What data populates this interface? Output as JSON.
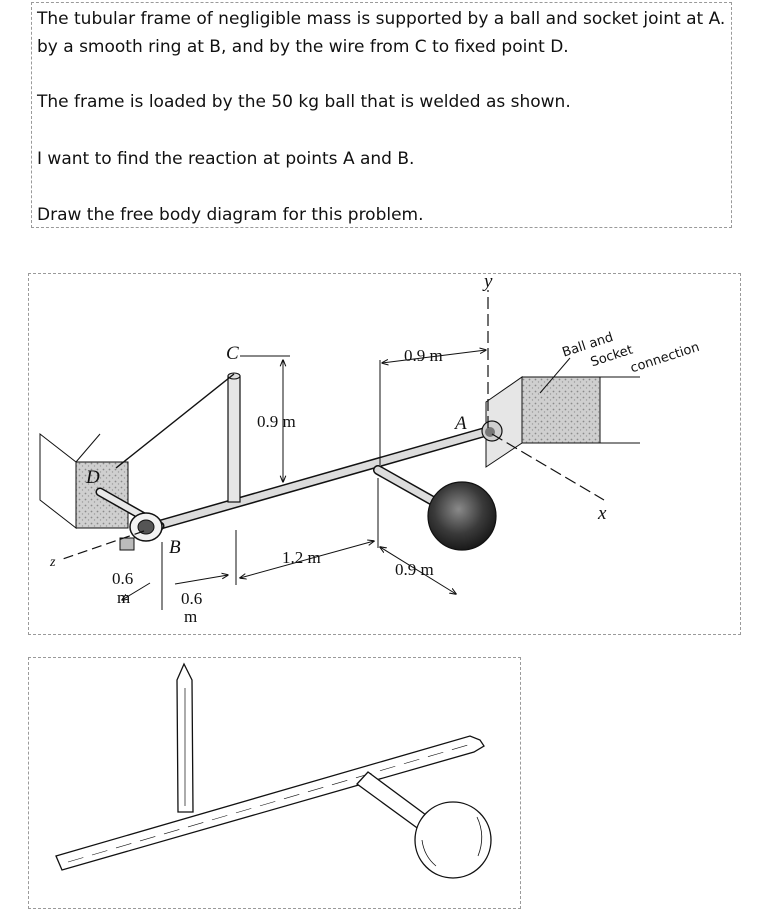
{
  "problem": {
    "line1": "The tubular frame of negligible mass is supported by a ball and socket joint at A.",
    "line2": "by a smooth ring at B, and by the wire from C to fixed point D.",
    "line3": "The frame is loaded by the 50 kg ball that is welded as shown.",
    "line4": "I want to find the reaction at points A and B.",
    "line5": "Draw the free body diagram for this problem."
  },
  "figure": {
    "points": {
      "A": "A",
      "B": "B",
      "C": "C",
      "D": "D"
    },
    "axes": {
      "x": "x",
      "y": "y",
      "z": "z"
    },
    "dimensions": {
      "c_height": "0.9 m",
      "top_span": "0.9 m",
      "mid_span": "1.2 m",
      "ball_arm": "0.9 m",
      "b_left_1": "0.6",
      "b_left_2": "m",
      "b_right_1": "0.6",
      "b_right_2": "m"
    },
    "note": {
      "line1": "Ball and",
      "line2": "Socket",
      "line3": "connection"
    }
  }
}
